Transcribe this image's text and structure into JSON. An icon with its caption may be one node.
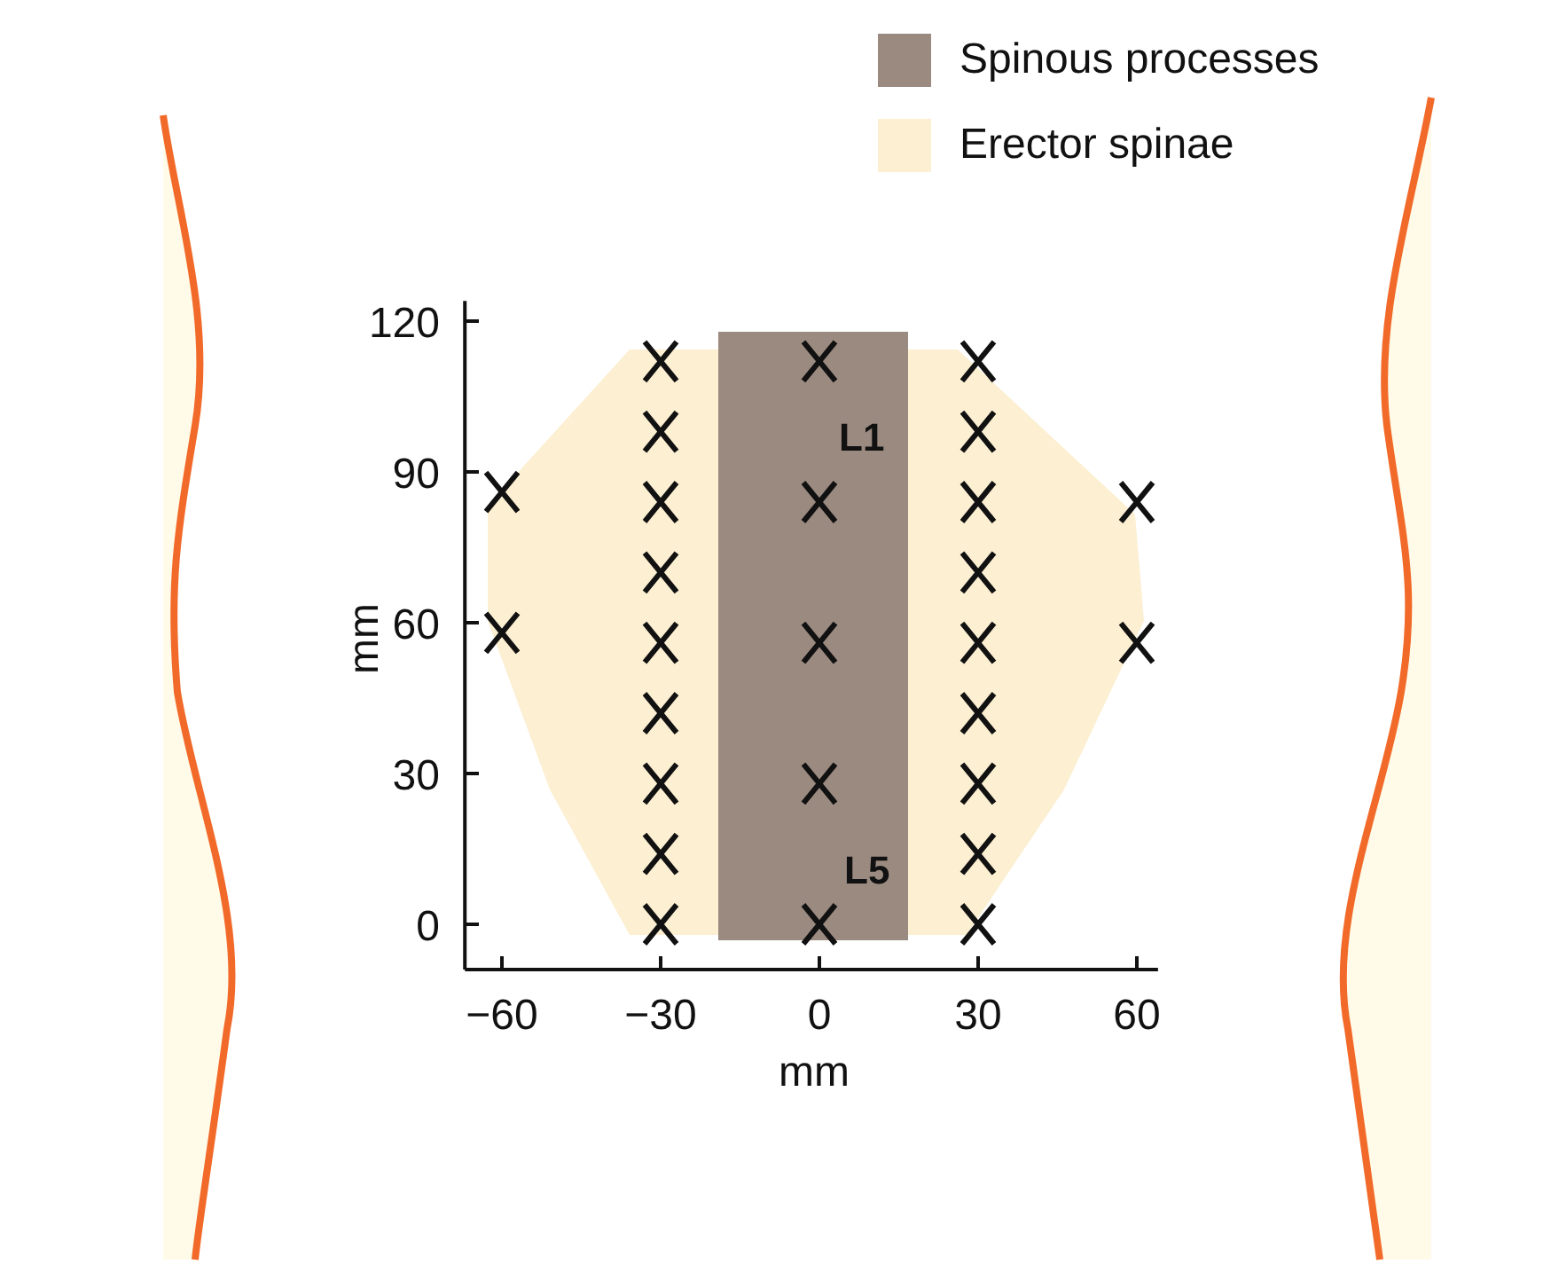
{
  "diagram": {
    "legend": [
      {
        "text": "Spinous processes",
        "color": "#9b8a80"
      },
      {
        "text": "Erector spinae",
        "color": "#fcefd2"
      }
    ],
    "chart_data": {
      "type": "scatter",
      "xlabel": "mm",
      "ylabel": "mm",
      "xlim": [
        -67,
        64
      ],
      "ylim": [
        -9,
        124
      ],
      "xticks": [
        -60,
        -30,
        0,
        30,
        60
      ],
      "yticks": [
        0,
        30,
        60,
        90,
        120
      ],
      "series": [
        {
          "color": "#111111",
          "x": [
            -60,
            -60,
            -30,
            -30,
            -30,
            -30,
            -30,
            -30,
            -30,
            -30,
            -30,
            0,
            0,
            0,
            0,
            0,
            30,
            30,
            30,
            30,
            30,
            30,
            30,
            30,
            30,
            60,
            60
          ],
          "values": [
            86,
            58,
            0,
            14,
            28,
            42,
            56,
            70,
            84,
            98,
            112,
            0,
            28,
            56,
            84,
            112,
            0,
            14,
            28,
            42,
            56,
            70,
            84,
            98,
            112,
            84,
            56
          ]
        }
      ],
      "annotations": [
        "L1",
        "L5"
      ]
    }
  }
}
